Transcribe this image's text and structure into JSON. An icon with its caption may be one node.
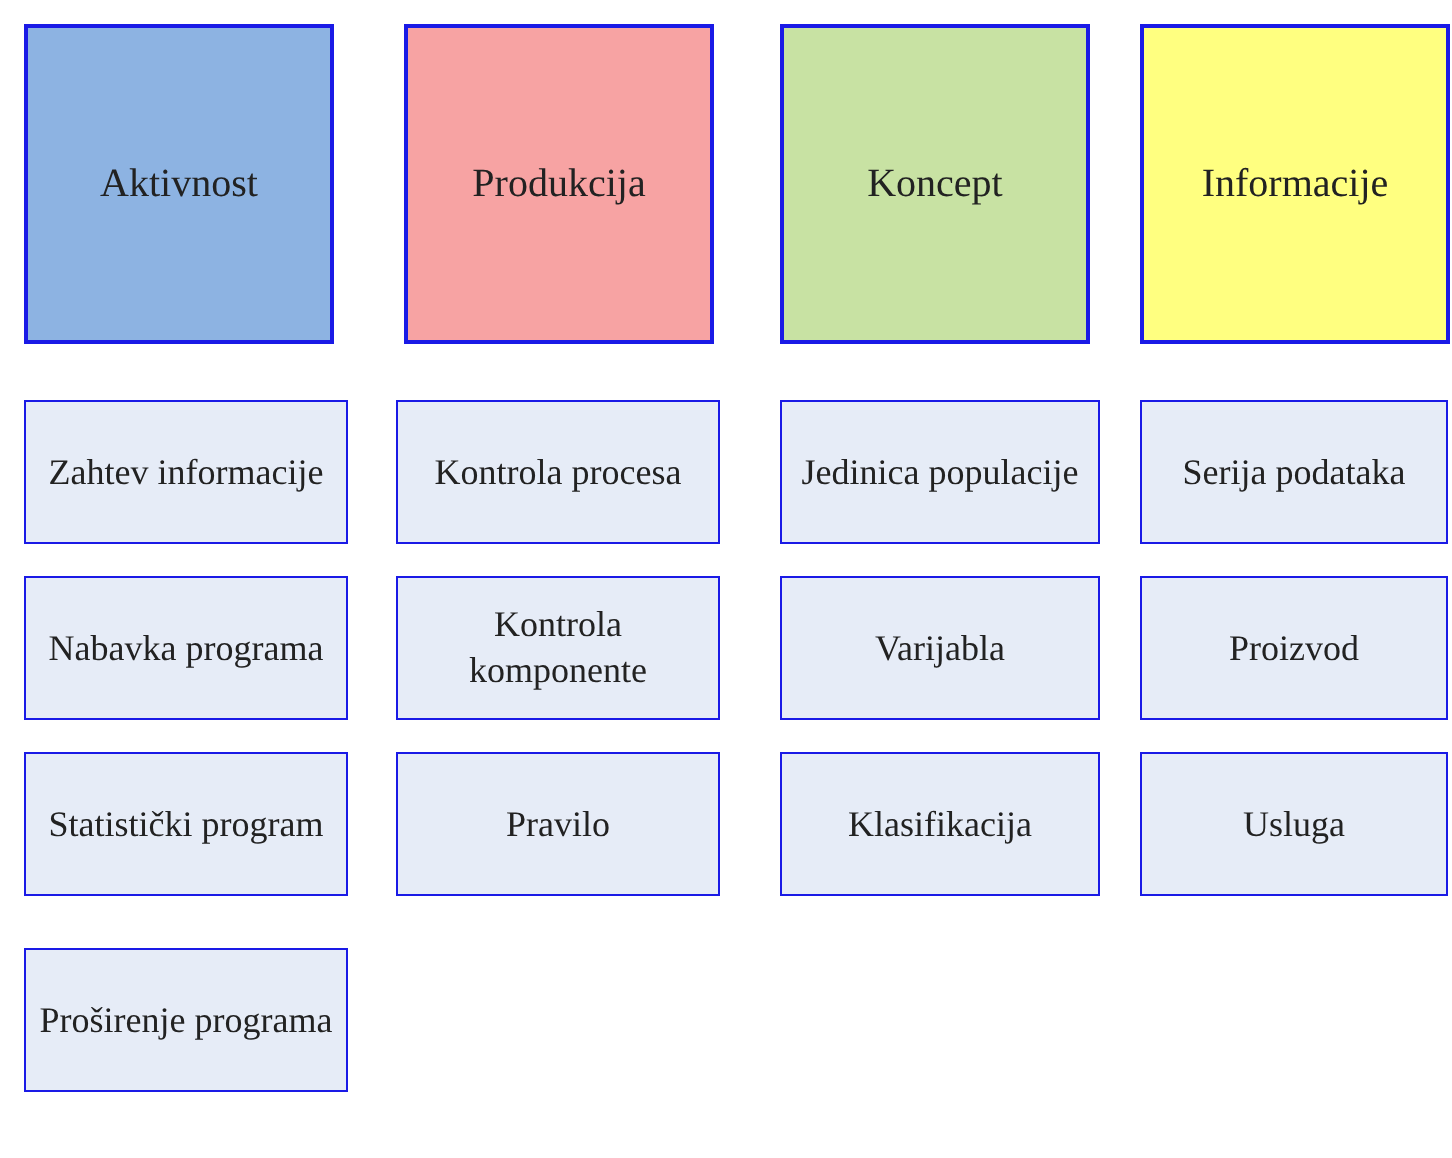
{
  "diagram": {
    "nodes": [
      {
        "text": [
          "Aktivnost"
        ]
      },
      {
        "text": [
          "Produkcija"
        ]
      },
      {
        "text": [
          "Koncept"
        ]
      },
      {
        "text": [
          "Informacije"
        ]
      },
      {
        "text": [
          "Zahtev informacije"
        ]
      },
      {
        "text": [
          "Kontrola procesa"
        ]
      },
      {
        "text": [
          "Jedinica populacije"
        ]
      },
      {
        "text": [
          "Serija podataka"
        ]
      },
      {
        "text": [
          "Nabavka programa"
        ]
      },
      {
        "text": [
          "Kontrola komponente"
        ]
      },
      {
        "text": [
          "Varijabla"
        ]
      },
      {
        "text": [
          "Proizvod"
        ]
      },
      {
        "text": [
          "Statistički program"
        ]
      },
      {
        "text": [
          "Pravilo"
        ]
      },
      {
        "text": [
          "Klasifikacija"
        ]
      },
      {
        "text": [
          "Usluga"
        ]
      },
      {
        "text": [
          "Proširenje programa"
        ]
      }
    ]
  }
}
